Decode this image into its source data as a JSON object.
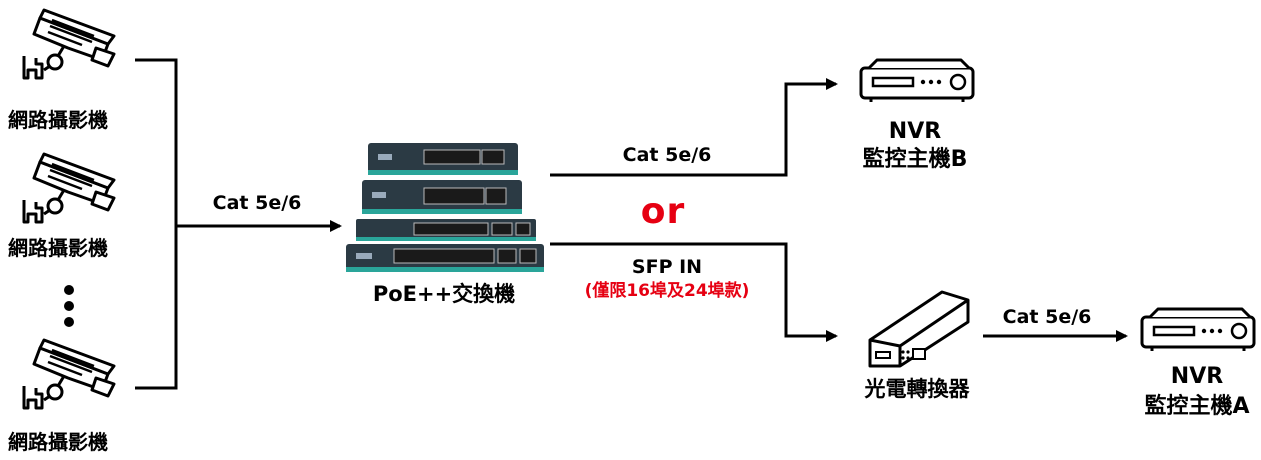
{
  "cameras": {
    "label": "網路攝影機",
    "labels": [
      "網路攝影機",
      "網路攝影機",
      "網路攝影機"
    ]
  },
  "cables": {
    "cam_to_switch": "Cat 5e/6",
    "switch_to_nvr_b": "Cat 5e/6",
    "converter_to_nvr_a": "Cat 5e/6"
  },
  "switch": {
    "label": "PoE++交換機"
  },
  "or_text": "or",
  "sfp": {
    "label": "SFP IN",
    "note": "(僅限16埠及24埠款)"
  },
  "nvr_b": {
    "line1": "NVR",
    "line2": "監控主機B"
  },
  "converter": {
    "label": "光電轉換器"
  },
  "nvr_a": {
    "line1": "NVR",
    "line2": "監控主機A"
  },
  "colors": {
    "accent_red": "#e60012",
    "switch_body": "#2b3a44",
    "switch_teal": "#2aa59a"
  }
}
